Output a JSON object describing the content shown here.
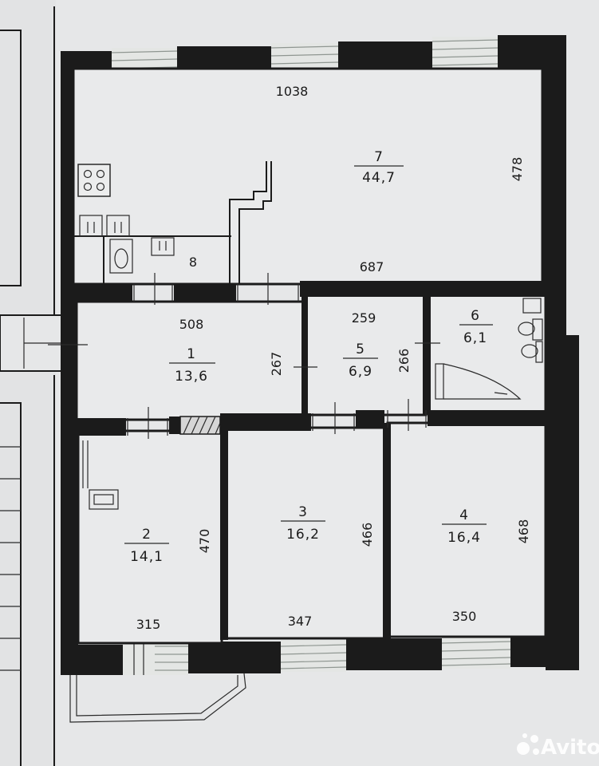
{
  "rooms": [
    {
      "number": "7",
      "area": "44,7"
    },
    {
      "number": "1",
      "area": "13,6"
    },
    {
      "number": "5",
      "area": "6,9"
    },
    {
      "number": "6",
      "area": "6,1"
    },
    {
      "number": "2",
      "area": "14,1"
    },
    {
      "number": "3",
      "area": "16,2"
    },
    {
      "number": "4",
      "area": "16,4"
    }
  ],
  "dimensions": {
    "room7_width": "1038",
    "room7_height": "478",
    "room7_inner_width": "687",
    "label_8": "8",
    "room1_width": "508",
    "room1_height": "267",
    "room5_width": "259",
    "room5_height": "266",
    "room2_height": "470",
    "room2_width": "315",
    "room3_height": "466",
    "room3_width": "347",
    "room4_height": "468",
    "room4_width": "350"
  },
  "watermark": {
    "text": "Avito"
  }
}
